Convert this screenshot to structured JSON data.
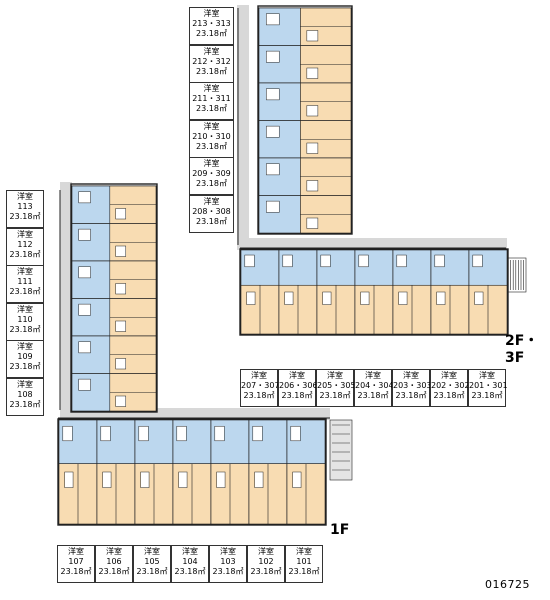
{
  "floors": {
    "upper": "2F・3F",
    "ground": "1F"
  },
  "code": "016725",
  "room_type": "洋室",
  "area": "23.18㎡",
  "groups": {
    "top_right": [
      "213・313",
      "212・312",
      "211・311",
      "210・310",
      "209・309",
      "208・308"
    ],
    "left": [
      "113",
      "112",
      "111",
      "110",
      "109",
      "108"
    ],
    "upper_row": [
      "207・307",
      "206・306",
      "205・305",
      "204・304",
      "203・303",
      "202・302",
      "201・301"
    ],
    "bottom_row": [
      "107",
      "106",
      "105",
      "104",
      "103",
      "102",
      "101"
    ]
  },
  "colors": {
    "wet": "#bcd7ee",
    "room": "#f8dcb2",
    "corridor": "#d8d8d8",
    "wall": "#222222"
  }
}
